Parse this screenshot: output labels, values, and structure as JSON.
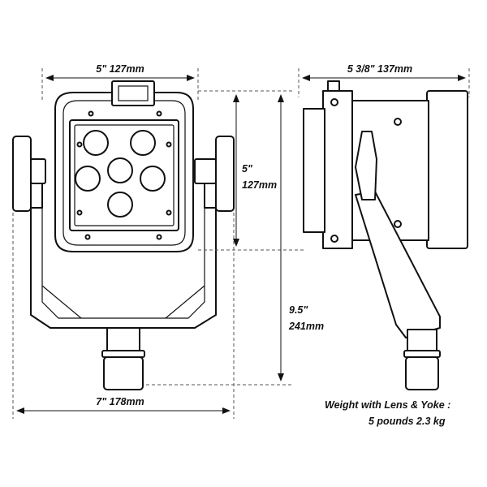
{
  "dimensions": {
    "top_width": "5\"  127mm",
    "side_depth": "5 3/8\"  137mm",
    "head_height_in": "5\"",
    "head_height_mm": "127mm",
    "total_height_in": "9.5\"",
    "total_height_mm": "241mm",
    "bottom_width": "7\"  178mm"
  },
  "weight": {
    "line1": "Weight with Lens & Yoke :",
    "line2": "5 pounds   2.3 kg"
  }
}
